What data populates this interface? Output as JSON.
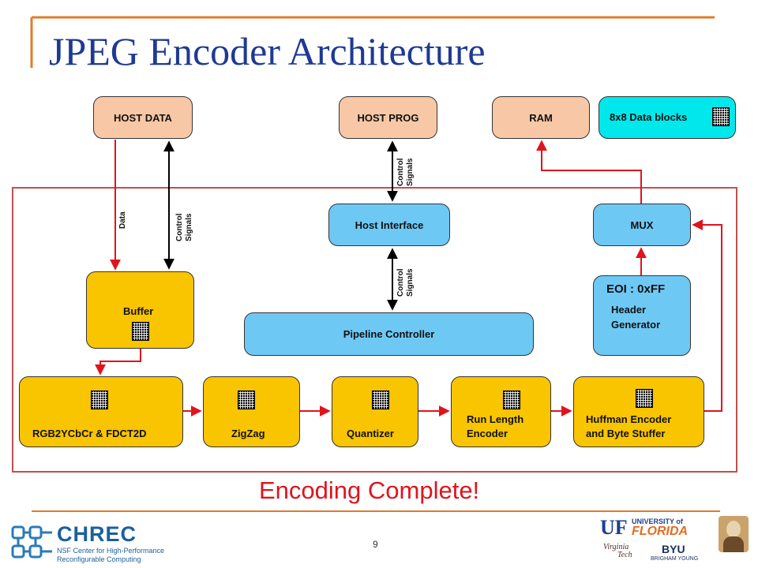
{
  "slide": {
    "title": "JPEG Encoder Architecture",
    "status": "Encoding Complete!",
    "page_number": "9"
  },
  "external": {
    "host_data": "HOST DATA",
    "host_prog": "HOST PROG",
    "ram": "RAM",
    "legend": "8x8 Data blocks"
  },
  "signals": {
    "data": "Data",
    "control_line1": "Control",
    "control_line2": "Signals"
  },
  "blocks": {
    "host_interface": "Host Interface",
    "mux": "MUX",
    "buffer": "Buffer",
    "pipeline_controller": "Pipeline Controller",
    "eoi": "EOI : 0xFF",
    "header_generator_line1": "Header",
    "header_generator_line2": "Generator",
    "rgb2ycbcr": "RGB2YCbCr & FDCT2D",
    "zigzag": "ZigZag",
    "quantizer": "Quantizer",
    "run_length_line1": "Run Length",
    "run_length_line2": "Encoder",
    "huffman_line1": "Huffman Encoder",
    "huffman_line2": "and Byte Stuffer"
  },
  "logos": {
    "chrec_name": "CHREC",
    "chrec_sub1": "NSF Center for High-Performance",
    "chrec_sub2": "Reconfigurable Computing",
    "uf_mark": "UF",
    "uf_line1": "UNIVERSITY of",
    "uf_line2": "FLORIDA",
    "vt_line1": "Virginia",
    "vt_line2": "Tech",
    "byu": "BYU",
    "byu_sub": "BRIGHAM YOUNG"
  },
  "colors": {
    "accent": "#e07b2a",
    "title": "#1f3a93",
    "arrow_red": "#e0141d",
    "frame": "#c0504d",
    "peach": "#f8c8a6",
    "blue": "#6ec8f4",
    "gold": "#f9c400",
    "cyan": "#00e8ec"
  }
}
